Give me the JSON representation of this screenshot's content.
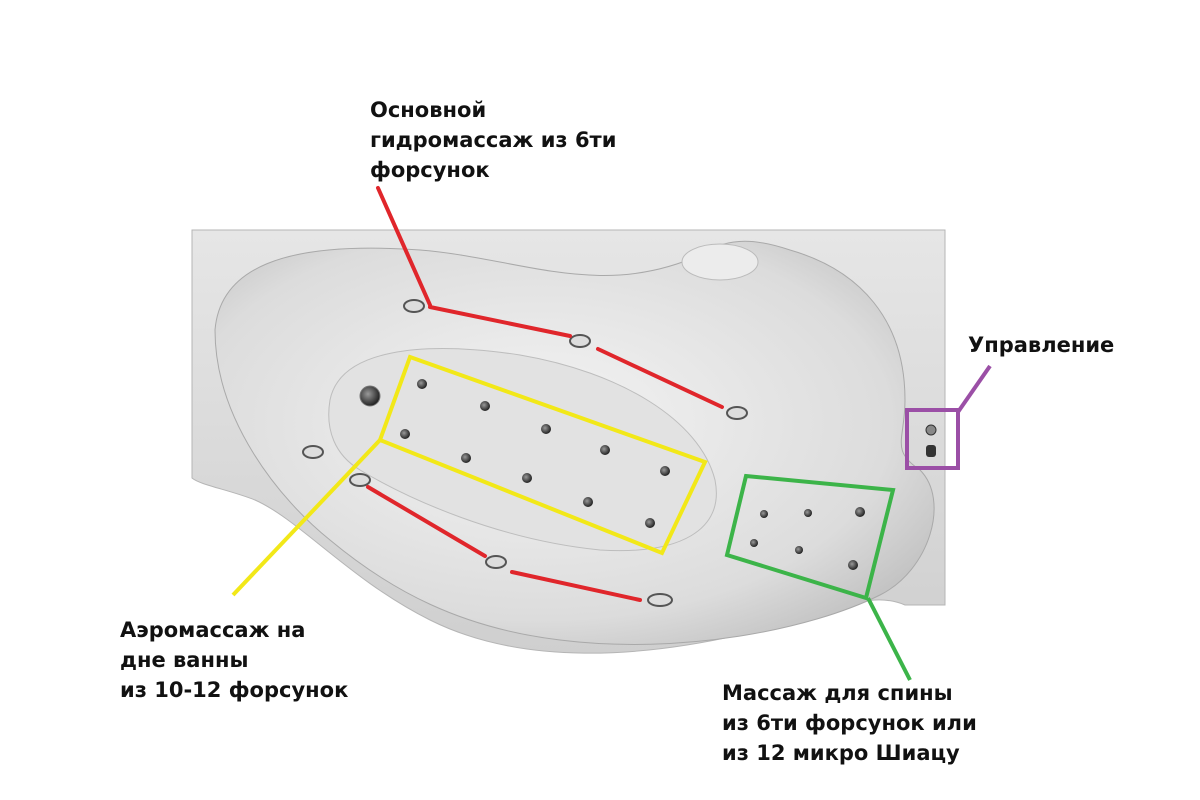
{
  "colors": {
    "main_jets": "#e0262b",
    "aero": "#f2e818",
    "back": "#3cb449",
    "control": "#9b4fa6"
  },
  "labels": {
    "main_jets": [
      "Основной",
      "гидромассаж из 6ти",
      "форсунок"
    ],
    "control": [
      "Управление"
    ],
    "aero": [
      "Аэромассаж на",
      "дне ванны",
      "из 10-12 форсунок"
    ],
    "back": [
      "Массаж для спины",
      "из 6ти форсунок или",
      "из 12 микро Шиацу"
    ]
  }
}
